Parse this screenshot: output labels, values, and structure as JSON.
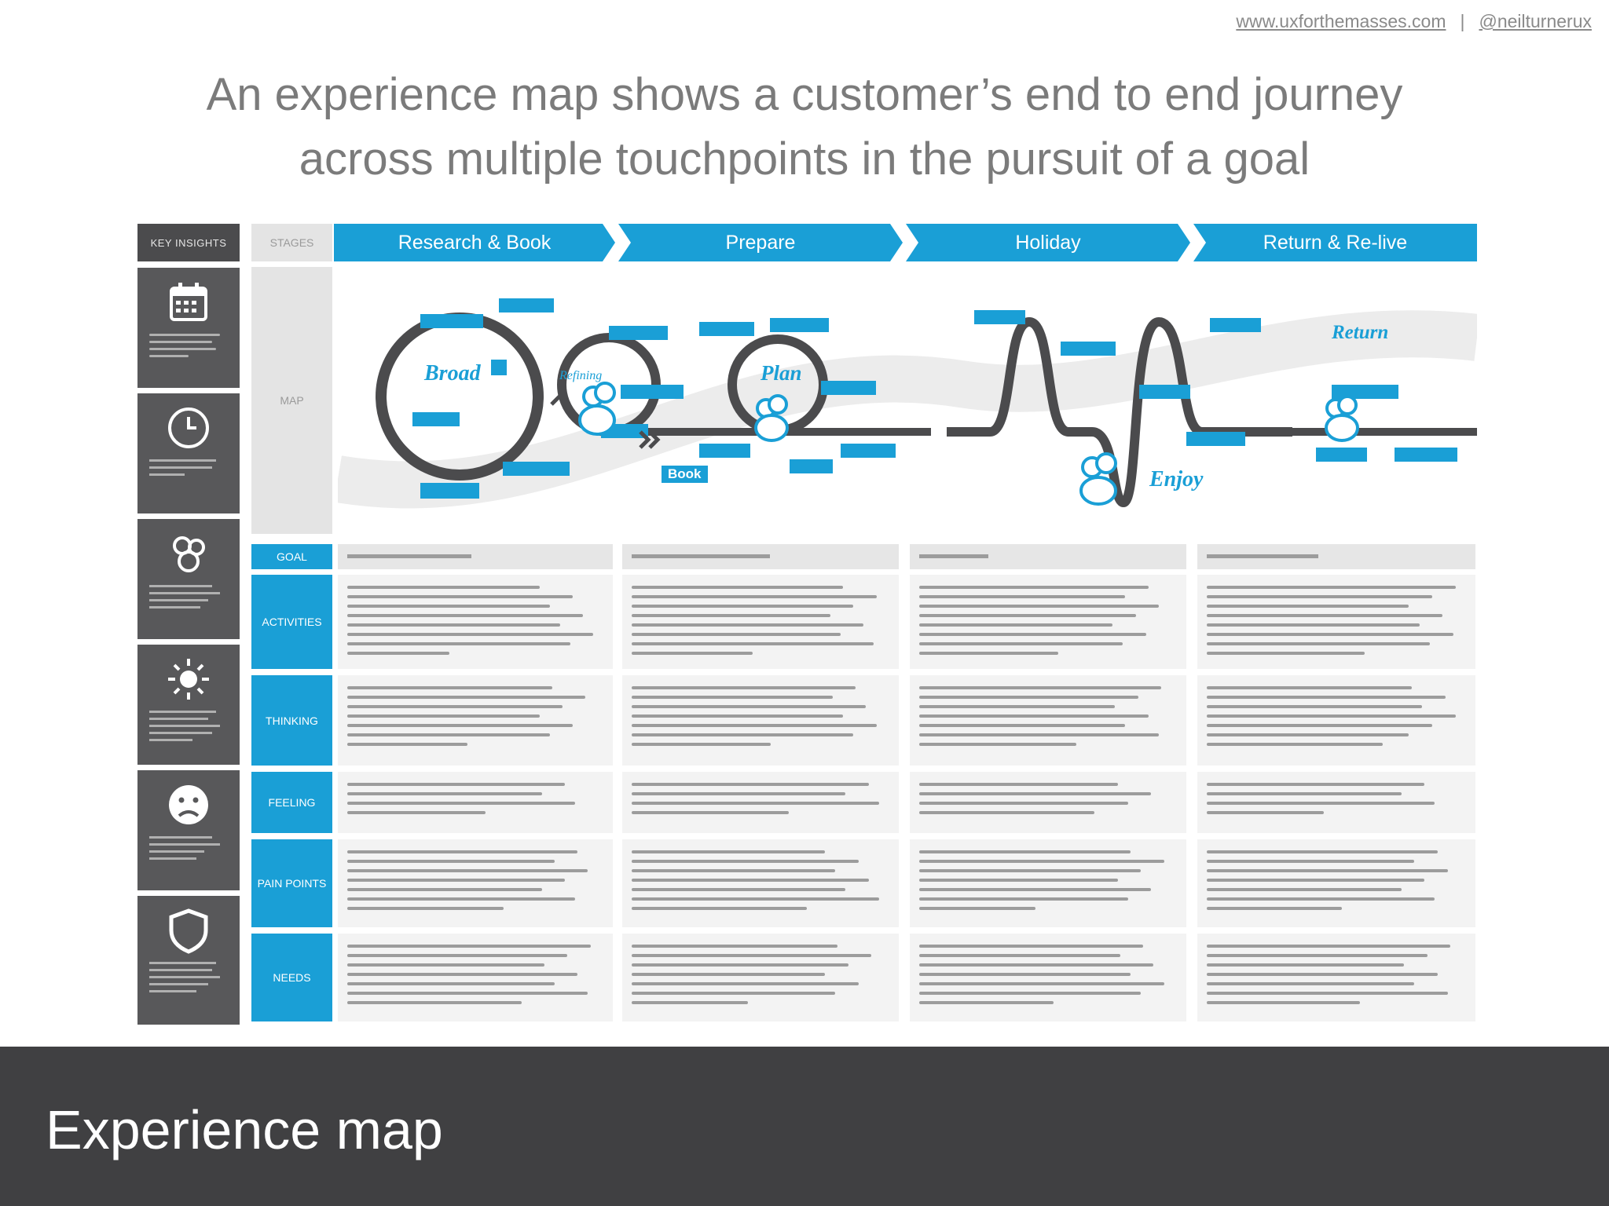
{
  "topbar": {
    "site": "www.uxforthemasses.com",
    "separator": "|",
    "handle": "@neilturnerux"
  },
  "headline": {
    "line1": "An experience map shows a customer’s end to end journey",
    "line2": "across multiple touchpoints in the pursuit of a goal"
  },
  "map": {
    "key_insights_label": "KEY INSIGHTS",
    "stages_label": "STAGES",
    "row_labels": {
      "map": "MAP",
      "goal": "GOAL",
      "activities": "ACTIVITIES",
      "thinking": "THINKING",
      "feeling": "FEELING",
      "pain_points": "PAIN POINTS",
      "needs": "NEEDS"
    },
    "stages": [
      "Research & Book",
      "Prepare",
      "Holiday",
      "Return & Re-live"
    ],
    "loop_labels": {
      "broad": "Broad",
      "refining": "Refining",
      "book": "Book",
      "plan": "Plan",
      "enjoy": "Enjoy",
      "return": "Return"
    },
    "insight_icons": [
      "calendar-icon",
      "clock-icon",
      "group-icon",
      "sun-icon",
      "sad-face-icon",
      "shield-icon"
    ],
    "colors": {
      "accent": "#1a9fd6",
      "dark": "#4b4b4d"
    }
  },
  "footer": {
    "title": "Experience map"
  }
}
